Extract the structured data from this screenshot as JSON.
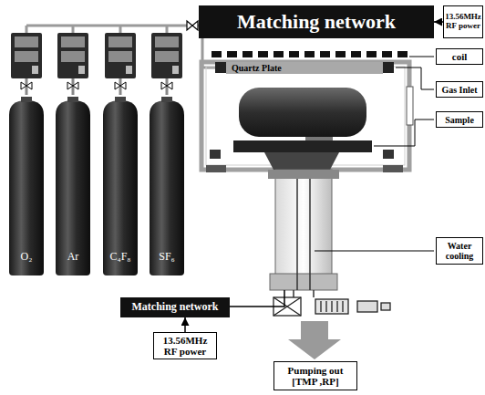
{
  "diagram": {
    "nodes": [
      {
        "text": [
          "Matching network"
        ]
      },
      {
        "text": [
          "13.56MHz RF power"
        ]
      },
      {
        "text": [
          "coil"
        ]
      },
      {
        "text": [
          "Quartz Plate"
        ]
      },
      {
        "text": [
          "Gas Inlet"
        ]
      },
      {
        "text": [
          "Sample"
        ]
      },
      {
        "text": [
          "O₂"
        ]
      },
      {
        "text": [
          "Ar"
        ]
      },
      {
        "text": [
          "C₄F₈"
        ]
      },
      {
        "text": [
          "SF₆"
        ]
      },
      {
        "text": [
          "Water cooling"
        ]
      },
      {
        "text": [
          "Matching network"
        ]
      },
      {
        "text": [
          "13.56MHz RF power"
        ]
      },
      {
        "text": [
          "Pumping out [TMP ,RP]"
        ]
      }
    ],
    "edges": [
      {
        "from": 1,
        "to": 0,
        "arrow": "to"
      },
      {
        "from": 12,
        "to": 11,
        "arrow": "to"
      }
    ]
  }
}
